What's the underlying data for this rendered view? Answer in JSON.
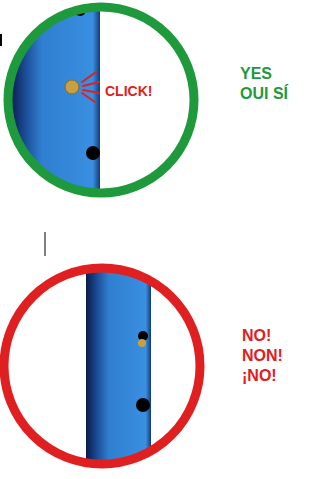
{
  "diagram": {
    "nodes": [
      {
        "text": [
          "CLICK!",
          "YES OUI SÍ"
        ]
      },
      {
        "text": [
          "NO! NON! ¡NO!"
        ]
      }
    ]
  }
}
